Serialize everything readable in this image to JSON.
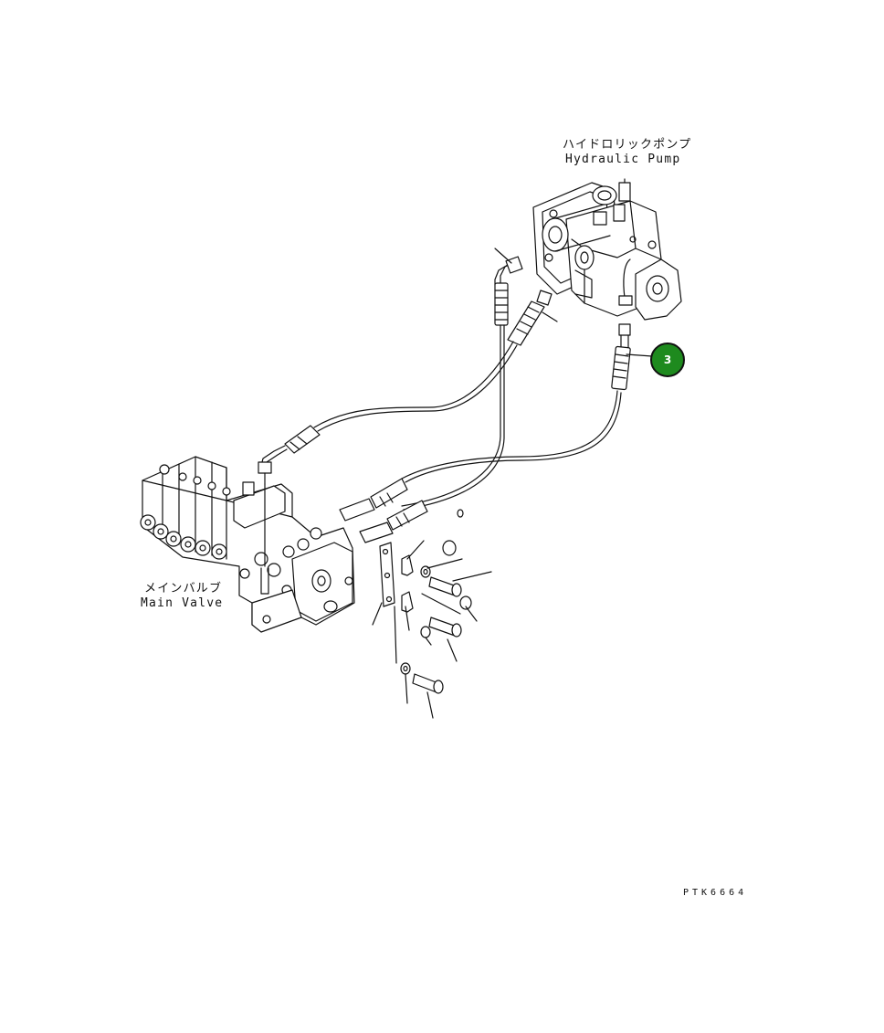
{
  "labels": {
    "pump_jp": "ハイドロリックポンプ",
    "pump_en": "Hydraulic Pump",
    "valve_jp": "メインバルブ",
    "valve_en": "Main Valve"
  },
  "callout": {
    "number": "3",
    "color": "#1e8a1e"
  },
  "drawing_code": "PTK6664"
}
